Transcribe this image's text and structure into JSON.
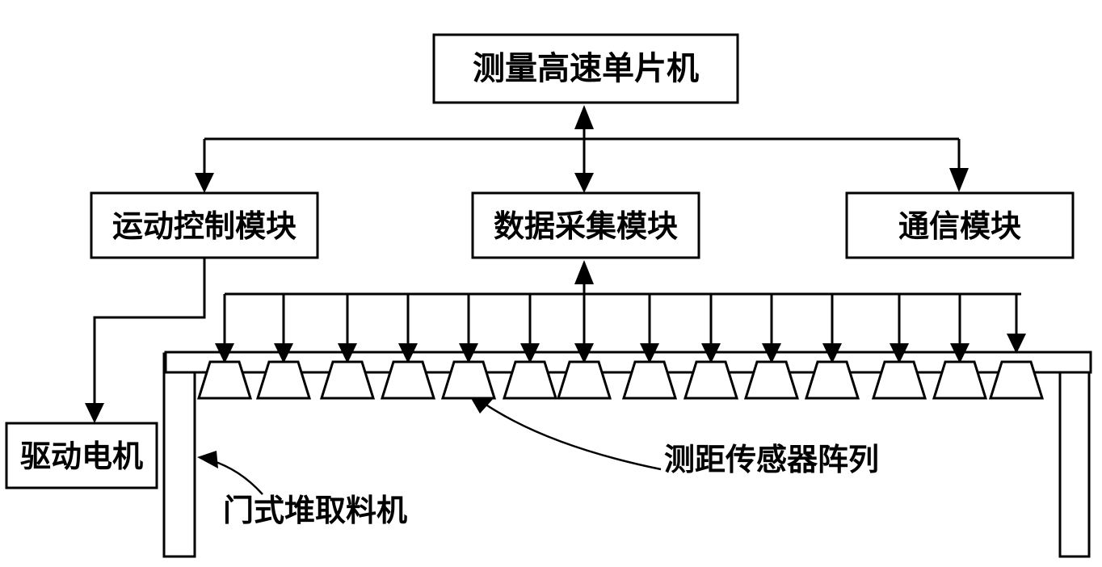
{
  "diagram": {
    "type": "system-block-diagram",
    "colors": {
      "stroke": "#000000",
      "fill": "#ffffff",
      "text": "#000000"
    },
    "nodes": {
      "mcu": {
        "label": "测量高速单片机"
      },
      "motion": {
        "label": "运动控制模块"
      },
      "daq": {
        "label": "数据采集模块"
      },
      "comm": {
        "label": "通信模块"
      },
      "motor": {
        "label": "驱动电机"
      }
    },
    "annotations": {
      "sensor_array": "测距传感器阵列",
      "gantry": "门式堆取料机"
    },
    "sensor_count": 14,
    "connections": [
      {
        "from": "mcu",
        "to": "daq",
        "direction": "bidirectional"
      },
      {
        "from": "mcu",
        "to": "motion",
        "direction": "forward"
      },
      {
        "from": "mcu",
        "to": "comm",
        "direction": "forward"
      },
      {
        "from": "motion",
        "to": "motor",
        "direction": "forward"
      },
      {
        "from": "daq",
        "to": "sensor_array",
        "direction": "bidirectional"
      }
    ]
  }
}
